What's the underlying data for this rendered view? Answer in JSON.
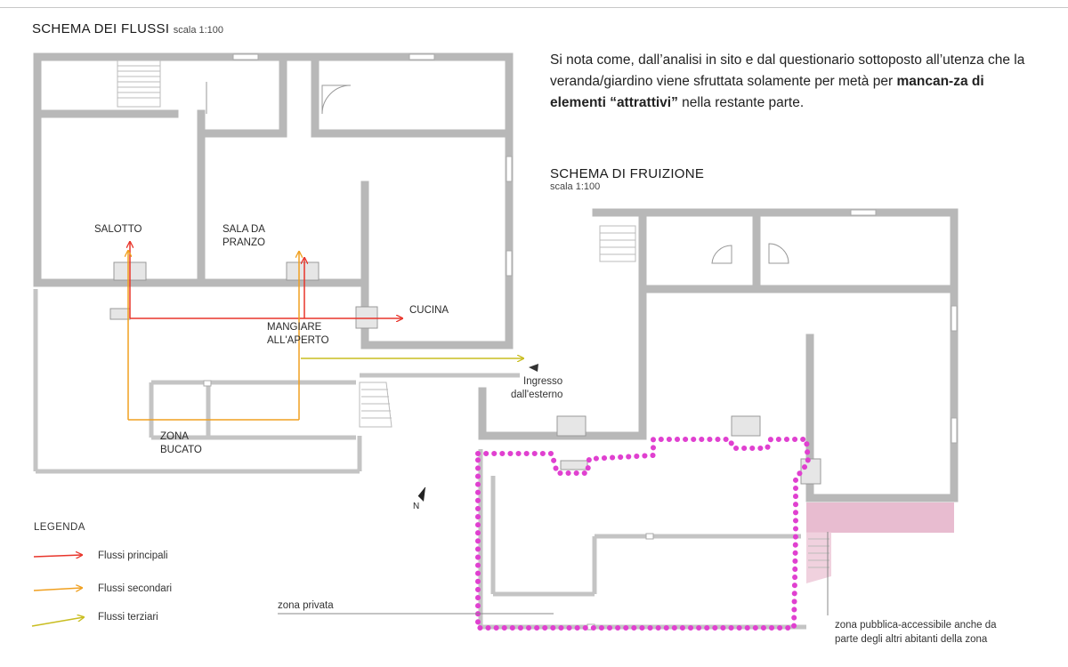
{
  "left": {
    "title": "SCHEMA DEI FLUSSI",
    "scale": "scala 1:100",
    "rooms": {
      "salotto": "SALOTTO",
      "sala_line1": "SALA DA",
      "sala_line2": "PRANZO",
      "cucina": "CUCINA",
      "mangiare_line1": "MANGIARE",
      "mangiare_line2": "ALL'APERTO",
      "zona_line1": "ZONA",
      "zona_line2": "BUCATO"
    },
    "ingresso_line1": "Ingresso",
    "ingresso_line2": "dall'esterno",
    "north": "N"
  },
  "intro": {
    "part1": "Si nota come, dall’analisi in sito e dal questionario sottoposto all’utenza che la veranda/giardino viene sfruttata solamente per metà per ",
    "bold": "mancan-za di elementi “attrattivi”",
    "part2": " nella restante parte."
  },
  "right": {
    "title": "SCHEMA DI FRUIZIONE",
    "scale": "scala 1:100",
    "private_zone": "zona privata",
    "public_line1": "zona pubblica-accessibile anche da",
    "public_line2": "parte degli altri abitanti della zona"
  },
  "legend": {
    "title": "LEGENDA",
    "items": [
      {
        "label": "Flussi principali",
        "color": "#e8352b"
      },
      {
        "label": "Flussi secondari",
        "color": "#f0a020"
      },
      {
        "label": "Flussi terziari",
        "color": "#c9bd20"
      }
    ]
  },
  "colors": {
    "wall": "#b8b8b8",
    "wall_fill": "#e4e4e4",
    "dotted_zone": "#e040d0",
    "public_fill": "#e8bcd0"
  }
}
